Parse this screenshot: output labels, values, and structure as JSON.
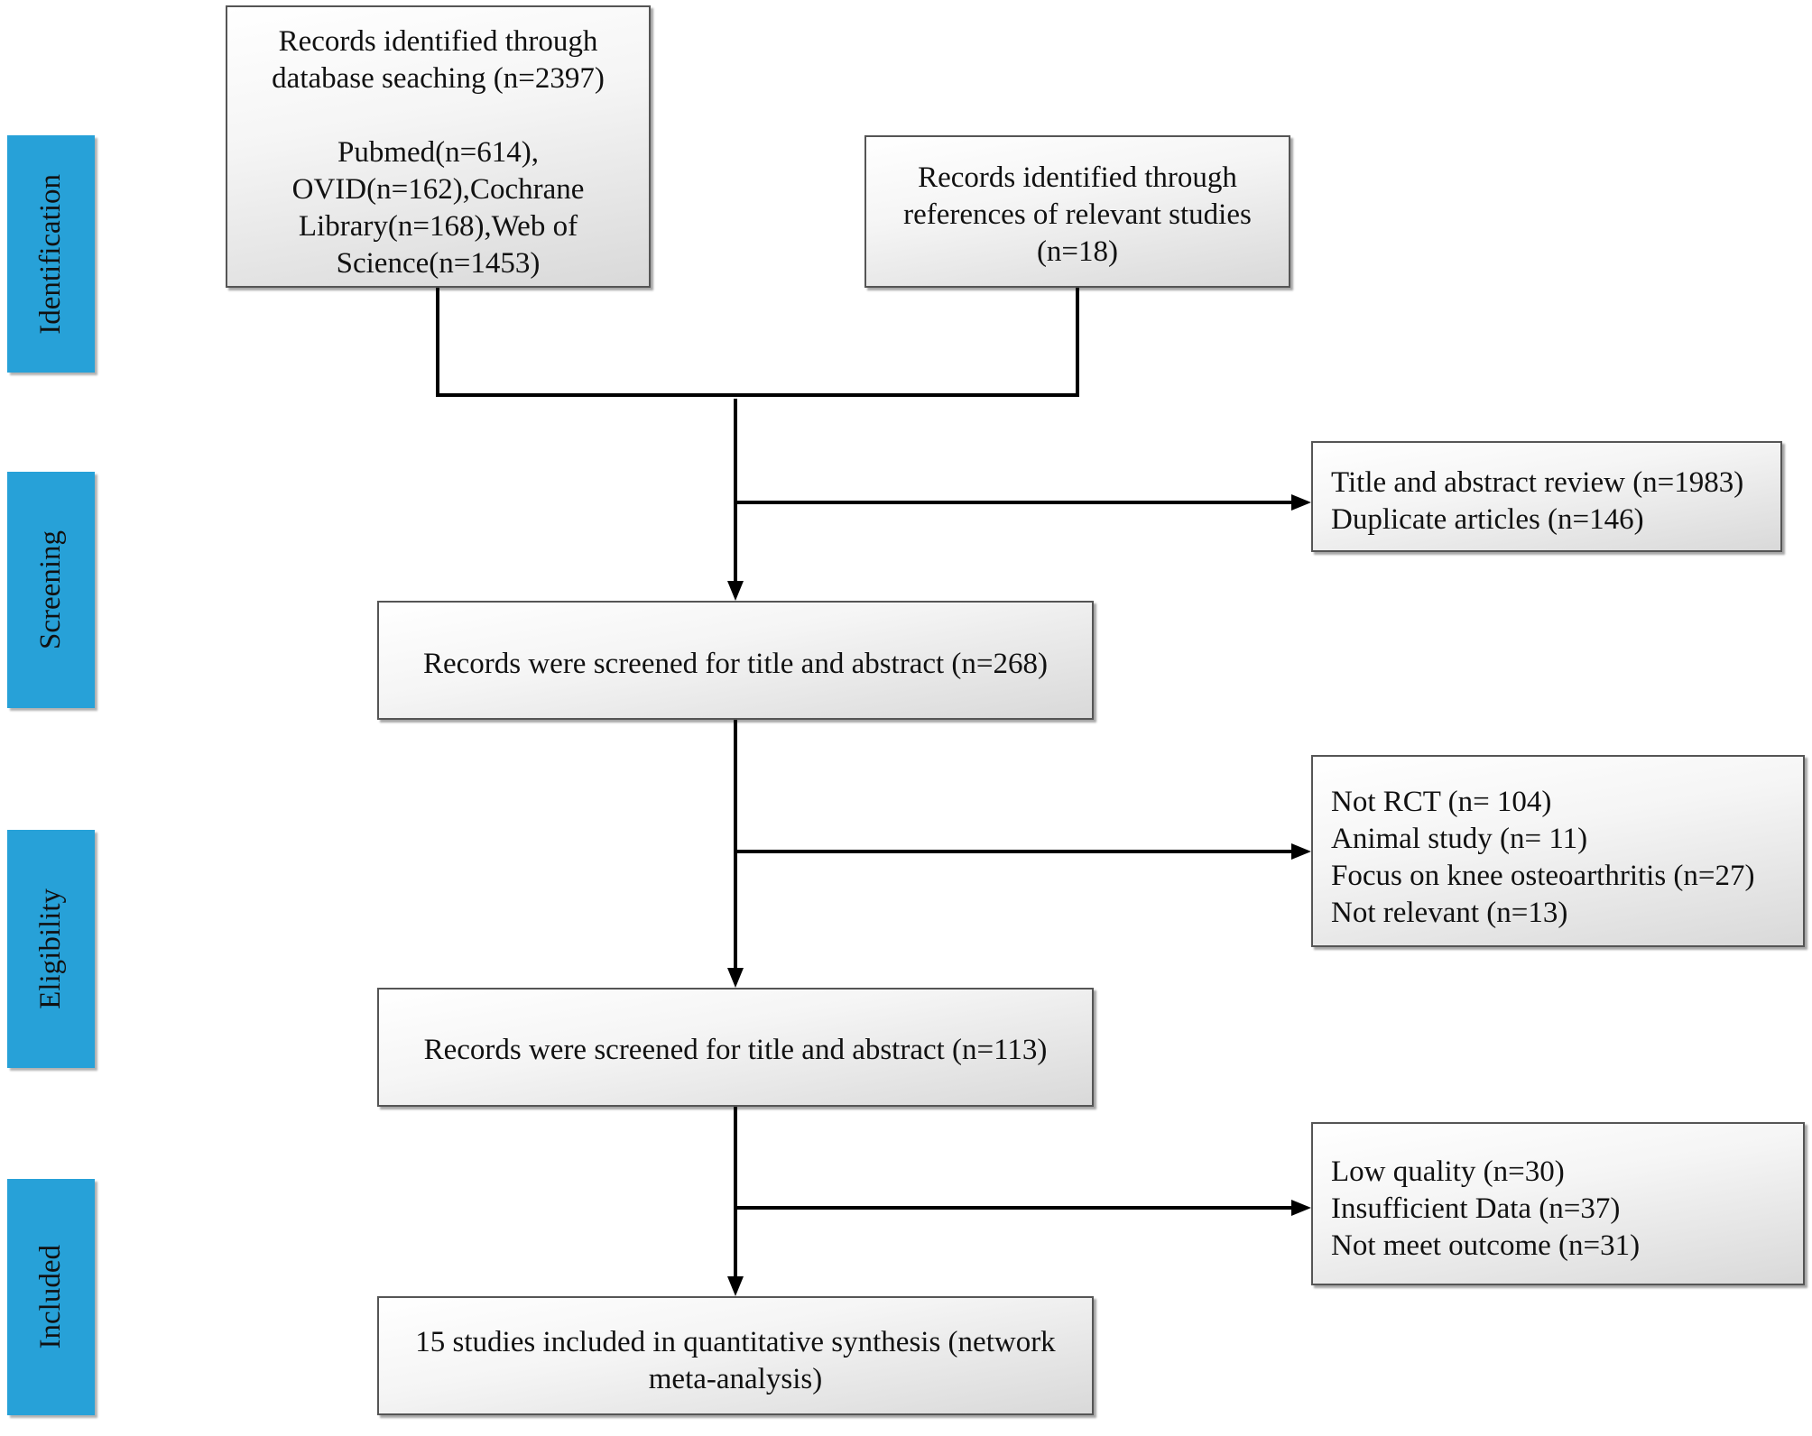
{
  "colors": {
    "stage_fill": "#27a1d8",
    "box_border": "#555555",
    "connector": "#000000"
  },
  "stages": {
    "identification": "Identification",
    "screening": "Screening",
    "eligibility": "Eligibility",
    "included": "Included"
  },
  "identification": {
    "database_search": {
      "summary": "Records identified through\ndatabase seaching (n=2397)",
      "sources": "Pubmed(n=614),\nOVID(n=162),Cochrane\nLibrary(n=168),Web of\nScience(n=1453)"
    },
    "reference_search": "Records identified through\nreferences of relevant studies\n(n=18)"
  },
  "screening": {
    "excluded": [
      "Title and abstract review (n=1983)",
      "Duplicate articles (n=146)"
    ],
    "records": "Records were screened for title and abstract (n=268)"
  },
  "eligibility": {
    "excluded": [
      "Not RCT (n= 104)",
      "Animal study (n= 11)",
      "Focus on knee osteoarthritis (n=27)",
      "Not relevant (n=13)"
    ],
    "records": "Records were screened for title and abstract (n=113)"
  },
  "included": {
    "excluded": [
      "Low quality (n=30)",
      "Insufficient Data (n=37)",
      "Not meet outcome (n=31)"
    ],
    "studies": "15 studies included in quantitative synthesis (network\nmeta-analysis)"
  }
}
